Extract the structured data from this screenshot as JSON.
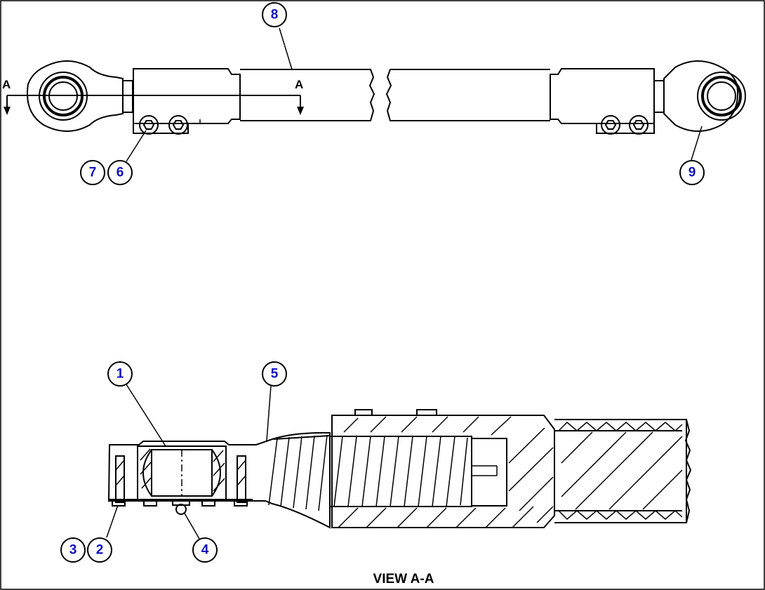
{
  "callouts": {
    "c1": "1",
    "c2": "2",
    "c3": "3",
    "c4": "4",
    "c5": "5",
    "c6": "6",
    "c7": "7",
    "c8": "8",
    "c9": "9"
  },
  "section_marks": {
    "left": "A",
    "right": "A"
  },
  "view_title": "VIEW A-A"
}
